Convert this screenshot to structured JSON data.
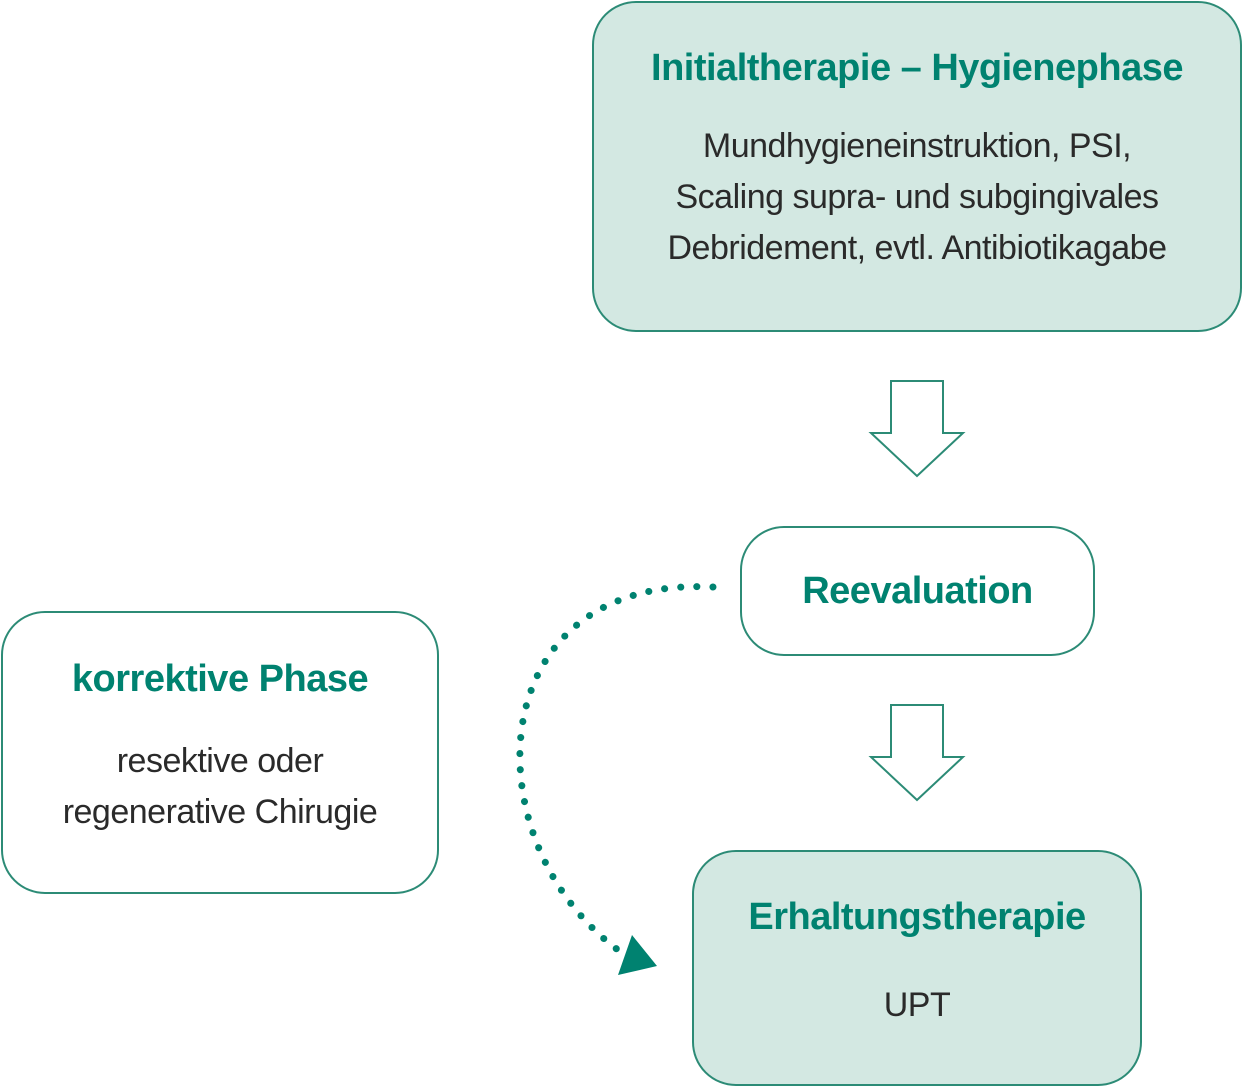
{
  "nodes": {
    "initial": {
      "title": "Initialtherapie – Hygienephase",
      "lines": [
        "Mundhygieneinstruktion, PSI,",
        "Scaling supra- und subgingivales",
        "Debridement, evtl. Antibiotikagabe"
      ]
    },
    "reevaluation": {
      "title": "Reevaluation"
    },
    "korrektiv": {
      "title": "korrektive Phase",
      "lines": [
        "resektive oder",
        "regenerative Chirugie"
      ]
    },
    "erhaltung": {
      "title": "Erhaltungstherapie",
      "lines": [
        "UPT"
      ]
    }
  },
  "edges": [
    {
      "from": "initial",
      "to": "reevaluation",
      "style": "hollow-arrow"
    },
    {
      "from": "reevaluation",
      "to": "erhaltung",
      "style": "hollow-arrow"
    },
    {
      "from": "reevaluation",
      "to": "erhaltung",
      "style": "dotted-curve"
    }
  ],
  "colors": {
    "accent": "#008270",
    "border": "#2c8b76",
    "fill": "#d3e8e2",
    "text": "#2a2a2a"
  }
}
